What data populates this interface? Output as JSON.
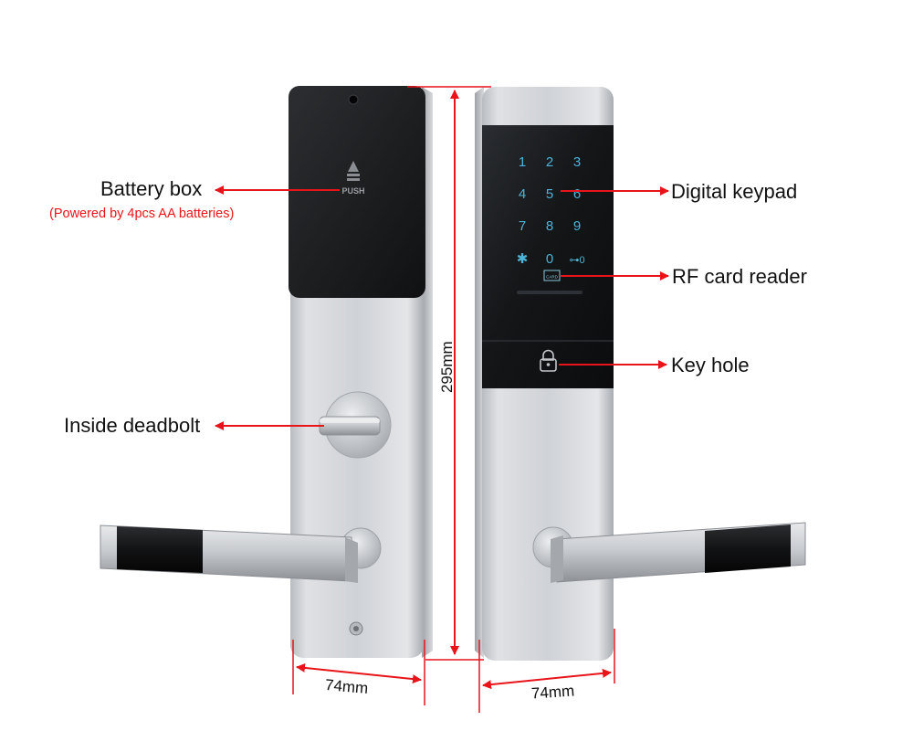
{
  "labels": {
    "battery_box": "Battery box",
    "battery_note": "(Powered by 4pcs AA batteries)",
    "inside_deadbolt": "Inside deadbolt",
    "digital_keypad": "Digital keypad",
    "rf_card_reader": "RF card reader",
    "key_hole": "Key hole"
  },
  "dimensions": {
    "height": "295mm",
    "inside_width": "74mm",
    "outside_width": "74mm"
  },
  "battery_cover_text": "PUSH",
  "keypad": {
    "keys": [
      "1",
      "2",
      "3",
      "4",
      "5",
      "6",
      "7",
      "8",
      "9",
      "✱",
      "0",
      "⊶0"
    ],
    "card_icon_text": "CARD"
  },
  "colors": {
    "annotation_red": "#e8141a",
    "keypad_glyph": "#4fb4d8",
    "panel_black": "#151719",
    "metal": "#c9ccd0"
  }
}
